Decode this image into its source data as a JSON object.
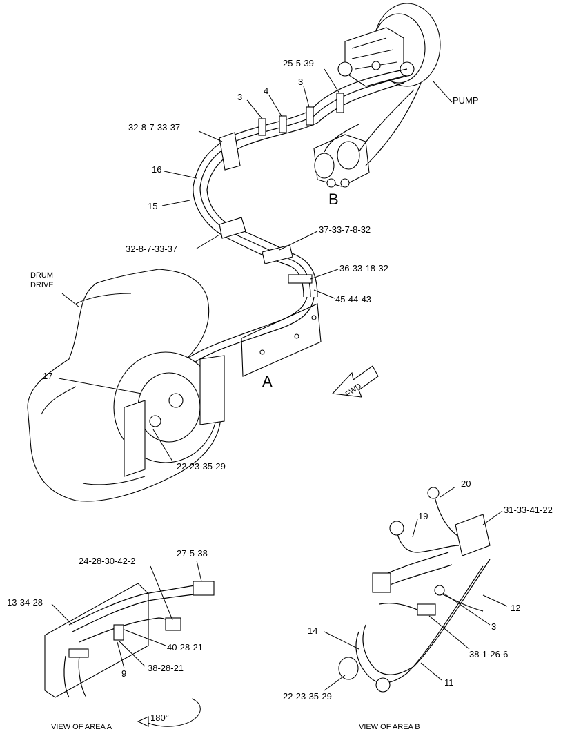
{
  "callouts": {
    "c_25_5_39": "25-5-39",
    "c_pump": "PUMP",
    "c_3a": "3",
    "c_4": "4",
    "c_3b": "3",
    "c_32_8_7_33_37_top": "32-8-7-33-37",
    "c_16": "16",
    "c_15": "15",
    "c_B": "B",
    "c_37_33_7_8_32": "37-33-7-8-32",
    "c_32_8_7_33_37_mid": "32-8-7-33-37",
    "c_36_33_18_32": "36-33-18-32",
    "c_drum1": "DRUM",
    "c_drum2": "DRIVE",
    "c_45_44_43": "45-44-43",
    "c_17": "17",
    "c_A": "A",
    "c_fwd": "FWD",
    "c_22_23_35_29_main": "22-23-35-29",
    "c_20": "20",
    "c_31_33_41_22": "31-33-41-22",
    "c_19": "19",
    "c_12": "12",
    "c_3c": "3",
    "c_14": "14",
    "c_38_1_26_6": "38-1-26-6",
    "c_11": "11",
    "c_22_23_35_29_b": "22-23-35-29",
    "c_24_28_30_42_2": "24-28-30-42-2",
    "c_27_5_38": "27-5-38",
    "c_13_34_28": "13-34-28",
    "c_40_28_21": "40-28-21",
    "c_38_28_21": "38-28-21",
    "c_9": "9",
    "c_180": "180°"
  },
  "views": {
    "area_a": "VIEW OF AREA  A",
    "area_b": "VIEW OF AREA  B"
  }
}
